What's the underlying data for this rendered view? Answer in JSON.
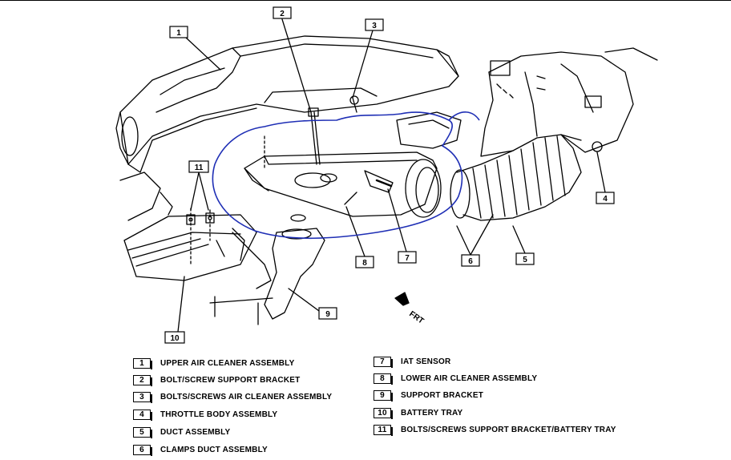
{
  "callouts": [
    "1",
    "2",
    "3",
    "4",
    "5",
    "6",
    "7",
    "8",
    "9",
    "10",
    "11"
  ],
  "direction_label": "FRT",
  "legend": [
    {
      "num": "1",
      "label": "UPPER AIR CLEANER ASSEMBLY"
    },
    {
      "num": "2",
      "label": "BOLT/SCREW SUPPORT BRACKET"
    },
    {
      "num": "3",
      "label": "BOLTS/SCREWS AIR CLEANER ASSEMBLY"
    },
    {
      "num": "4",
      "label": "THROTTLE BODY ASSEMBLY"
    },
    {
      "num": "5",
      "label": "DUCT ASSEMBLY"
    },
    {
      "num": "6",
      "label": "CLAMPS DUCT ASSEMBLY"
    },
    {
      "num": "7",
      "label": "IAT SENSOR"
    },
    {
      "num": "8",
      "label": "LOWER AIR CLEANER ASSEMBLY"
    },
    {
      "num": "9",
      "label": "SUPPORT BRACKET"
    },
    {
      "num": "10",
      "label": "BATTERY TRAY"
    },
    {
      "num": "11",
      "label": "BOLTS/SCREWS SUPPORT BRACKET/BATTERY TRAY"
    }
  ],
  "colors": {
    "ink": "#000000",
    "annotation_circle": "#1f2fb5"
  }
}
